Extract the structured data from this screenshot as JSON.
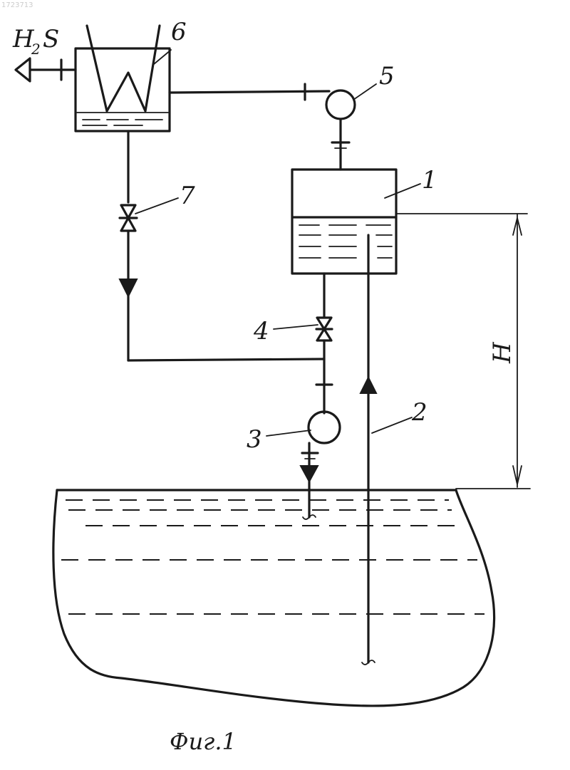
{
  "labels": {
    "gas": "H",
    "gas_sub": "2",
    "gas_s": "S",
    "n1": "1",
    "n2": "2",
    "n3": "3",
    "n4": "4",
    "n5": "5",
    "n6": "6",
    "n7": "7",
    "height": "H"
  },
  "caption": "Фиг.1",
  "watermark": "1723713"
}
